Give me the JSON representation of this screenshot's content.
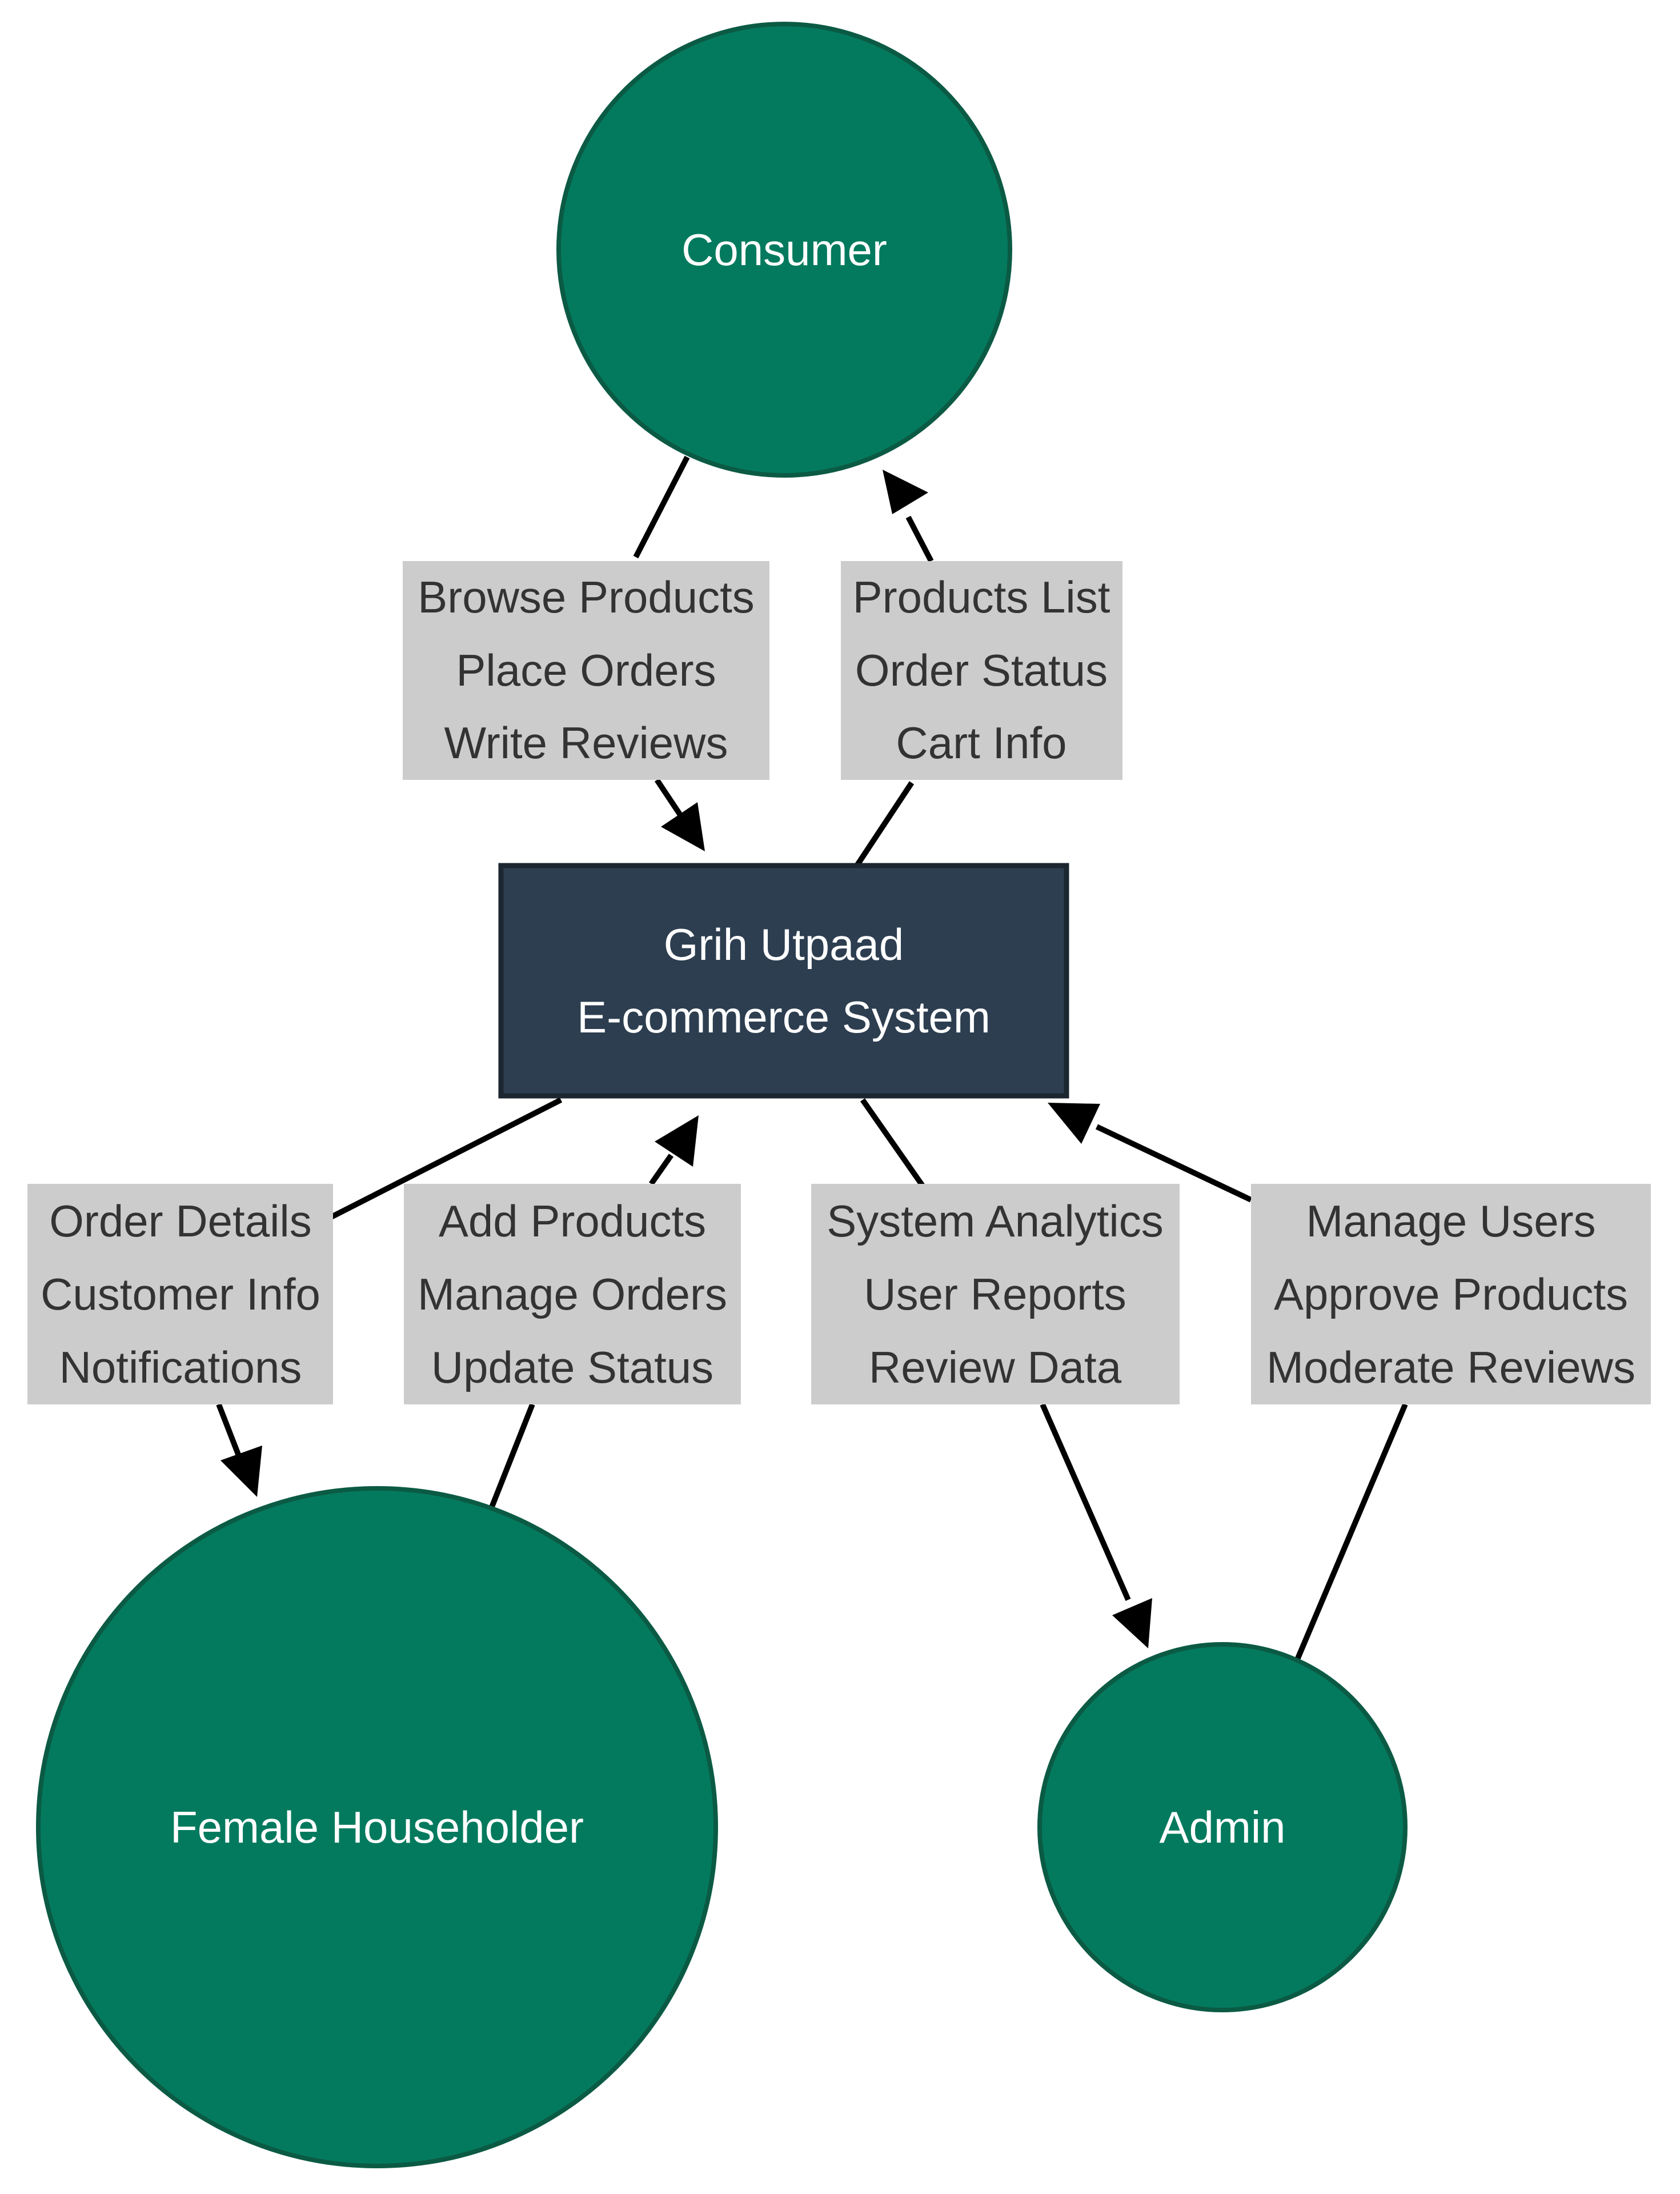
{
  "colors": {
    "entity_fill": "#037A5E",
    "entity_stroke": "#0B5A44",
    "process_fill": "#2D3E50",
    "process_stroke": "#1B2631",
    "label_background": "#CCCCCC",
    "edge": "#000000",
    "node_text": "#FFFFFF",
    "label_text": "#333333"
  },
  "nodes": {
    "consumer": {
      "label": "Consumer"
    },
    "system": {
      "line1": "Grih Utpaad",
      "line2": "E-commerce System"
    },
    "female_householder": {
      "label": "Female Householder"
    },
    "admin": {
      "label": "Admin"
    }
  },
  "flows": {
    "consumer_to_system": [
      "Browse Products",
      "Place Orders",
      "Write Reviews"
    ],
    "system_to_consumer": [
      "Products List",
      "Order Status",
      "Cart Info"
    ],
    "system_to_householder": [
      "Order Details",
      "Customer Info",
      "Notifications"
    ],
    "householder_to_system": [
      "Add Products",
      "Manage Orders",
      "Update Status"
    ],
    "system_to_admin": [
      "System Analytics",
      "User Reports",
      "Review Data"
    ],
    "admin_to_system": [
      "Manage Users",
      "Approve Products",
      "Moderate Reviews"
    ]
  }
}
